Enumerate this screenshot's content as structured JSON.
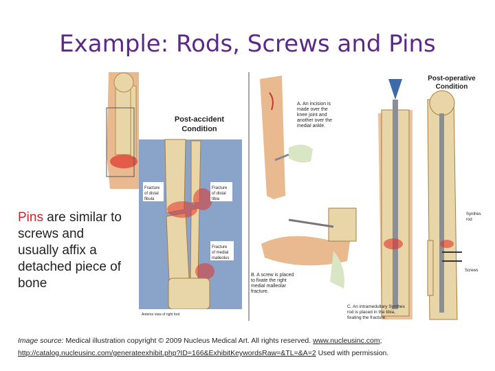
{
  "title": "Example: Rods, Screws and Pins",
  "caption": {
    "highlight": "Pins",
    "rest": " are similar to screws and usually affix a detached piece of bone"
  },
  "figure_left": {
    "heading": "Post-accident Condition",
    "label_fibula": "Fracture of distal fibula",
    "label_tibia": "Fracture of distal tibia",
    "label_malleolus": "Fracture of medial malleolus",
    "footer": "Anterior view of right foot"
  },
  "figure_right": {
    "heading": "Post-operative Condition",
    "step_a": "A. An incision is made over the knee joint and another over the medial ankle.",
    "step_b": "B. A screw is placed to fixate the right medial malleolar fracture.",
    "step_c": "C. An intramedullary Synthes rod is placed in the tibia, fixating the fracture.",
    "label_rod": "Synthes rod",
    "label_screws": "Screws"
  },
  "source": {
    "prefix": "Image source:",
    "text": " Medical illustration copyright © 2009 Nucleus Medical Art. All rights reserved. ",
    "link1": "www.nucleusinc.com",
    "sep": ";",
    "link2": "http://catalog.nucleusinc.com/generateexhibit.php?ID=166&ExhibitKeywordsRaw=&TL=&A=2",
    "suffix": " Used with permission."
  },
  "colors": {
    "title": "#5b2a86",
    "highlight": "#d4202a",
    "bone": "#e8d6a8",
    "skin": "#e9b98f",
    "fracture": "#e0342c"
  }
}
